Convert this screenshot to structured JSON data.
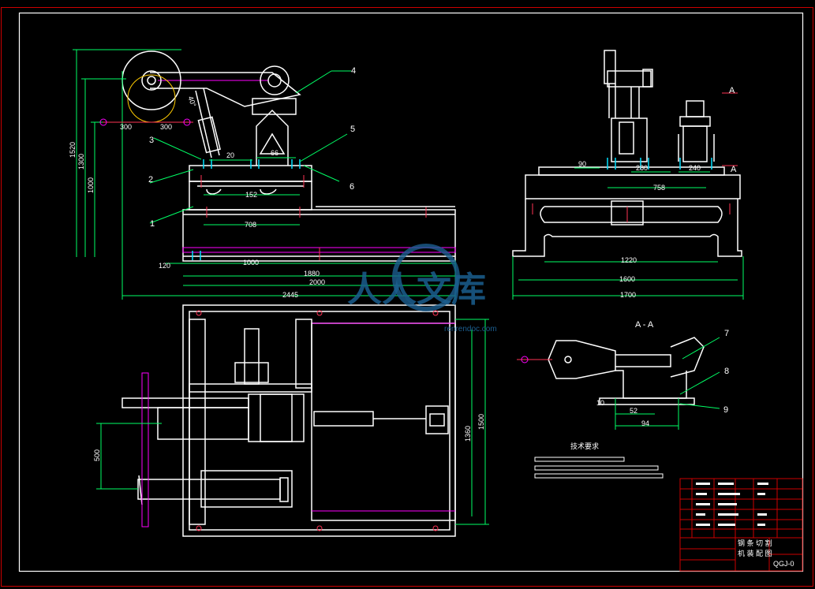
{
  "drawing": {
    "front_view": {
      "dimensions": {
        "d300_left": "300",
        "d300_right": "300",
        "d20": "20",
        "d66": "66",
        "d152": "152",
        "d708": "708",
        "d120": "120",
        "d1000_h": "1000",
        "d1880": "1880",
        "d2000": "2000",
        "d2445": "2445",
        "d1520": "1520",
        "d1300": "1300",
        "d1000_v": "1000",
        "angle": "40°"
      },
      "callouts": [
        "1",
        "2",
        "3",
        "4",
        "5",
        "6"
      ]
    },
    "side_view": {
      "dimensions": {
        "d90": "90",
        "d280": "280",
        "d240": "240",
        "d758": "758",
        "d1220": "1220",
        "d1600": "1600",
        "d1700": "1700"
      },
      "section_marks": [
        "A",
        "A"
      ]
    },
    "top_view": {
      "dimensions": {
        "d500": "500",
        "d1360": "1360",
        "d1500": "1500"
      }
    },
    "section_view": {
      "title": "A - A",
      "dimensions": {
        "d10": "10",
        "d52": "52",
        "d94": "94"
      },
      "callouts": [
        "7",
        "8",
        "9"
      ]
    },
    "notes": {
      "heading": "技术要求"
    },
    "title_block": {
      "name_line1": "钢 条 切 割",
      "name_line2": "机 装 配 图",
      "drawing_no": "QGJ-0"
    },
    "watermark": {
      "text": "人人文库",
      "sub": "renrendoc.com"
    }
  },
  "colors": {
    "background": "#000000",
    "outline": "#ffffff",
    "dimension": "#00ff66",
    "centerline": "#ff3355",
    "hidden": "#ff00ff",
    "bolt": "#00e0ff",
    "frame": "#cc0000",
    "watermark": "#1b5e8f"
  }
}
